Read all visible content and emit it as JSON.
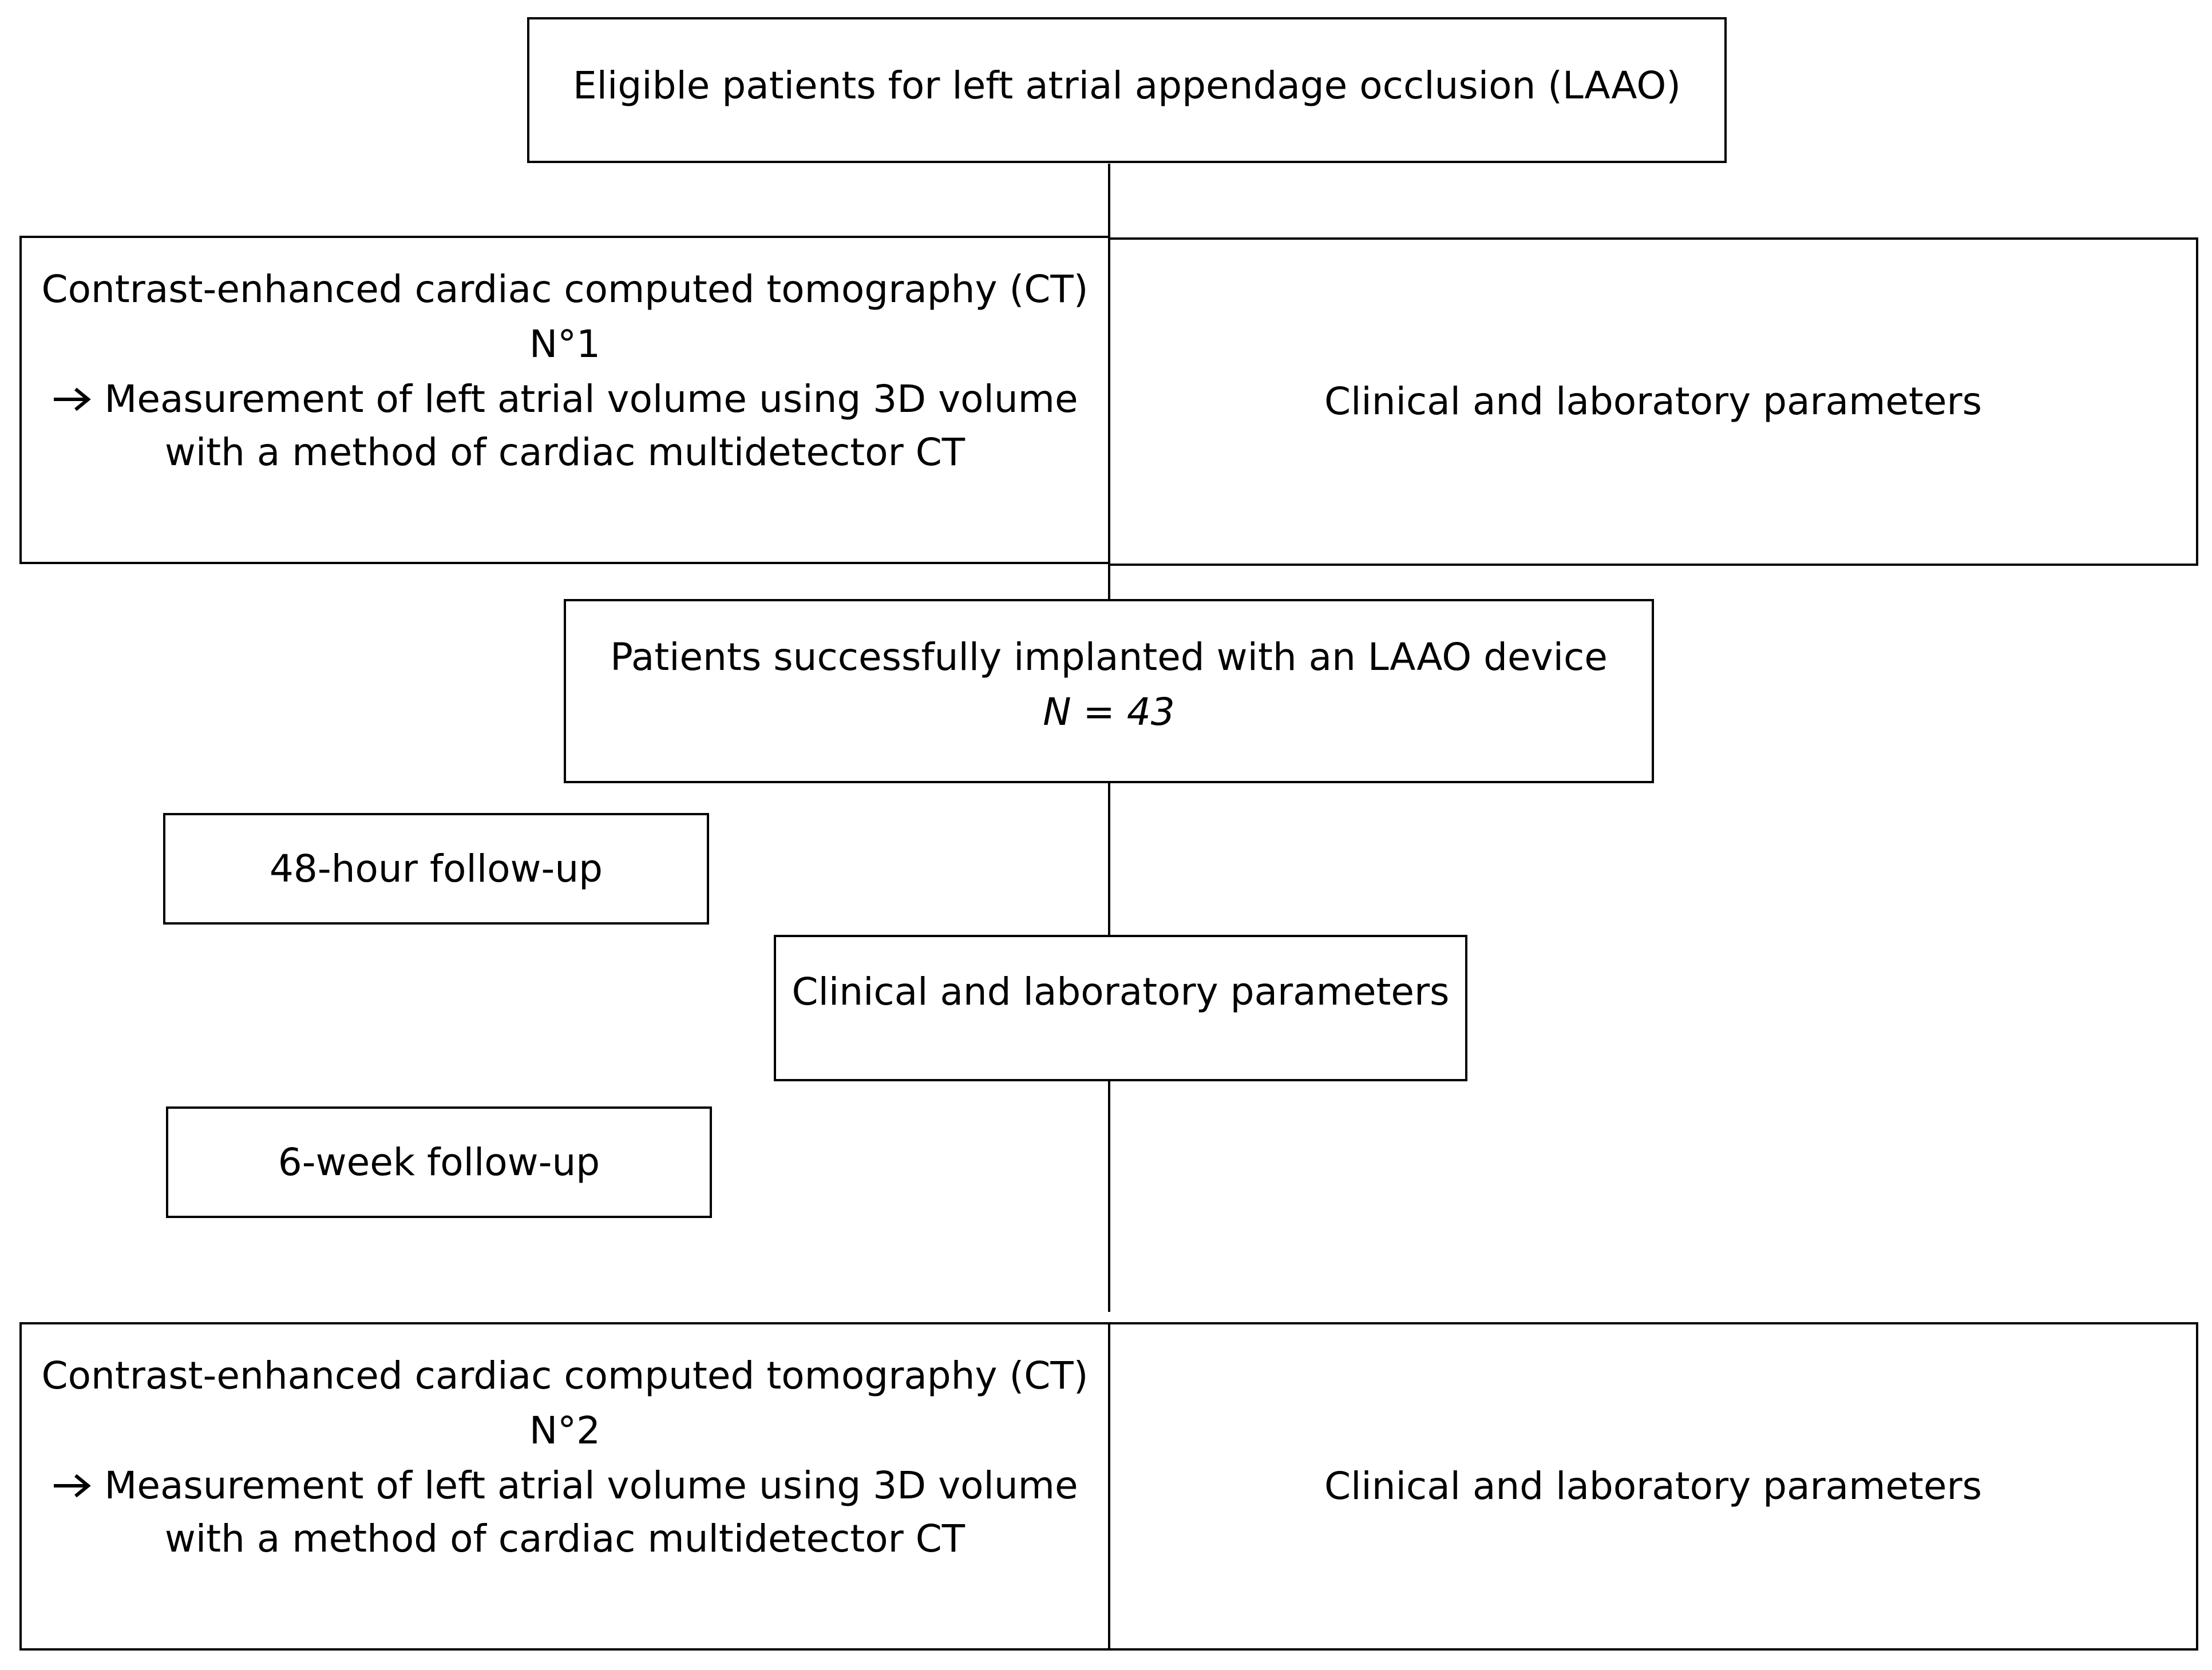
{
  "diagram": {
    "eligible_box": {
      "label": "Eligible patients for left atrial appendage occlusion (LAAO)"
    },
    "ct1_box": {
      "title": "Contrast-enhanced cardiac computed tomography (CT)",
      "number": "N°1",
      "line1": "Measurement of left atrial volume using 3D volume",
      "line2": "with a method of cardiac multidetector CT",
      "arrow_icon": "right-arrow-icon"
    },
    "clinical_box_1": {
      "label": "Clinical and laboratory parameters"
    },
    "implanted_box": {
      "label": "Patients successfully implanted with an LAAO device",
      "count": "N = 43"
    },
    "followup_48h": {
      "label": "48-hour follow-up"
    },
    "clinical_box_2": {
      "label": "Clinical and laboratory parameters"
    },
    "followup_6w": {
      "label": "6-week follow-up"
    },
    "ct2_box": {
      "title": "Contrast-enhanced cardiac computed tomography (CT)",
      "number": "N°2",
      "line1": "Measurement of left atrial volume using 3D volume",
      "line2": "with a method of cardiac multidetector CT",
      "arrow_icon": "right-arrow-icon"
    },
    "clinical_box_3": {
      "label": "Clinical and laboratory parameters"
    },
    "colors": {
      "stroke": "#000000",
      "background": "#ffffff",
      "text": "#000000"
    }
  }
}
